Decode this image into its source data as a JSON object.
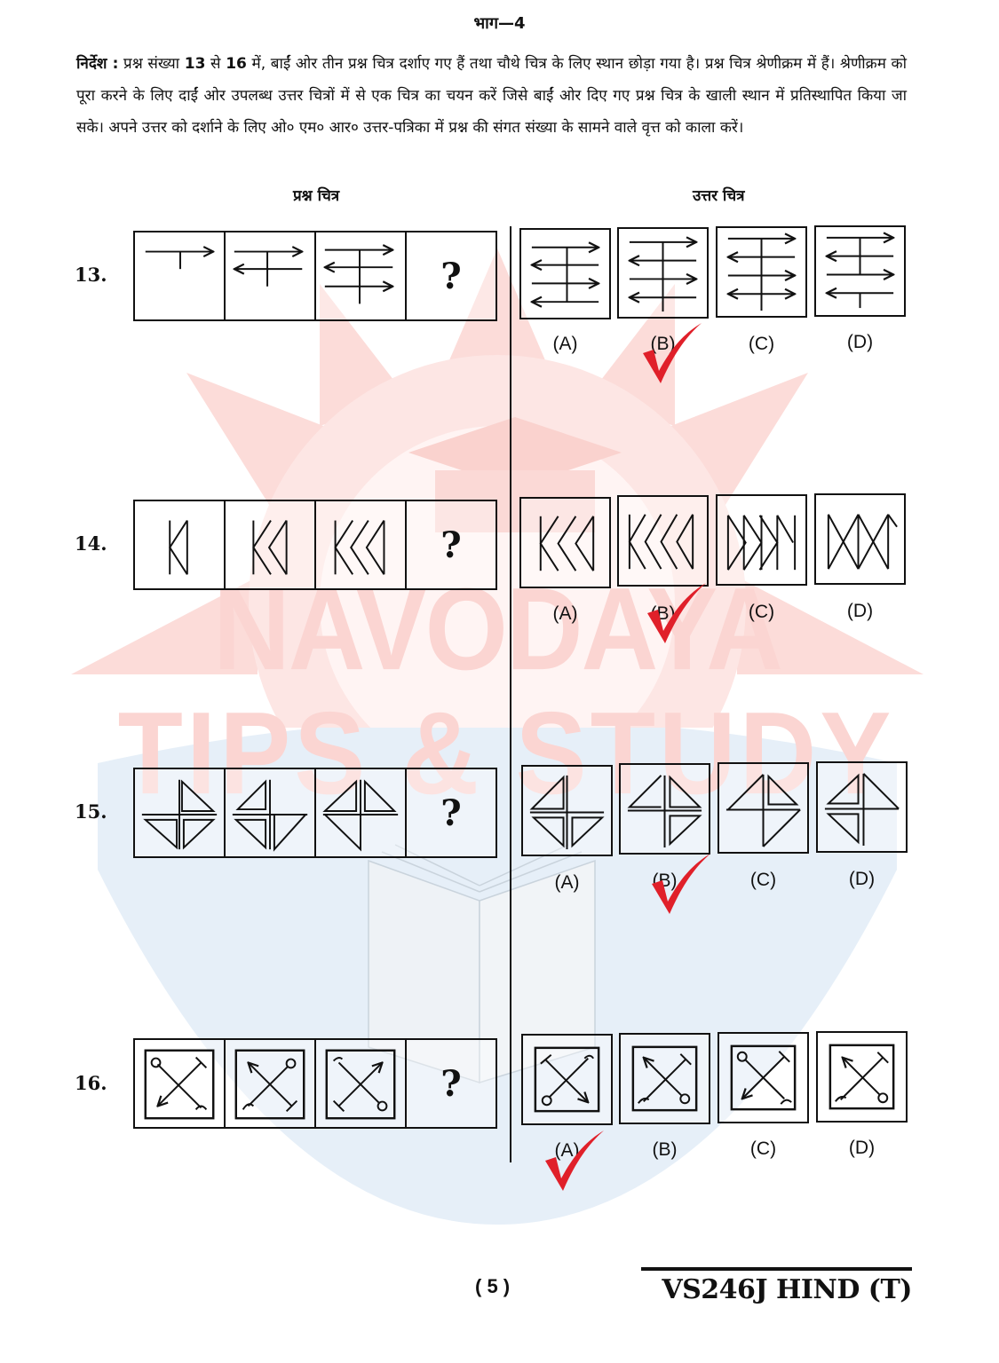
{
  "header": {
    "part": "भाग—4"
  },
  "instructions": {
    "label": "निर्देश :",
    "text_before": " प्रश्न संख्या ",
    "q_from": "13",
    "mid": " से ",
    "q_to": "16",
    "text_after": " में, बाईं ओर तीन प्रश्न चित्र दर्शाए गए हैं तथा चौथे चित्र के लिए स्थान छोड़ा गया है। प्रश्न चित्र श्रेणीक्रम में हैं। श्रेणीक्रम को पूरा करने के लिए दाईं ओर उपलब्ध उत्तर चित्रों में से एक चित्र का चयन करें जिसे बाईं ओर दिए गए प्रश्न चित्र के खाली स्थान में प्रतिस्थापित किया जा सके। अपने उत्तर को दर्शाने के लिए ओ० एम० आर० उत्तर-पत्रिका में प्रश्न की संगत संख्या के सामने वाले वृत्त को काला करें।"
  },
  "columns": {
    "question_figures": "प्रश्न चित्र",
    "answer_figures": "उत्तर चित्र"
  },
  "questions": [
    {
      "number": "13.",
      "missing": "?",
      "options": [
        "(A)",
        "(B)",
        "(C)",
        "(D)"
      ],
      "marked_answer": "B",
      "description": "Arrow series: horizontal arrows alternating direction added with a vertical stem"
    },
    {
      "number": "14.",
      "missing": "?",
      "options": [
        "(A)",
        "(B)",
        "(C)",
        "(D)"
      ],
      "marked_answer": "B",
      "description": "Series of K-like chevron shapes increasing by one"
    },
    {
      "number": "15.",
      "missing": "?",
      "options": [
        "(A)",
        "(B)",
        "(C)",
        "(D)"
      ],
      "marked_answer": "B",
      "description": "Quadrant triangles rotating around a cross"
    },
    {
      "number": "16.",
      "missing": "?",
      "options": [
        "(A)",
        "(B)",
        "(C)",
        "(D)"
      ],
      "marked_answer": "A",
      "description": "Crossed arrows with circle/T/fork ends rotating in double-bordered squares"
    }
  ],
  "watermark": {
    "line1": "NAVODAYA",
    "line2": "TIPS & STUDY",
    "color_red": "#fbd5d2",
    "color_blue": "#e3edf7"
  },
  "footer": {
    "page": "( 5 )",
    "code": "VS246J HIND (T)"
  },
  "colors": {
    "tick": "#e0202a",
    "ink": "#111111"
  }
}
